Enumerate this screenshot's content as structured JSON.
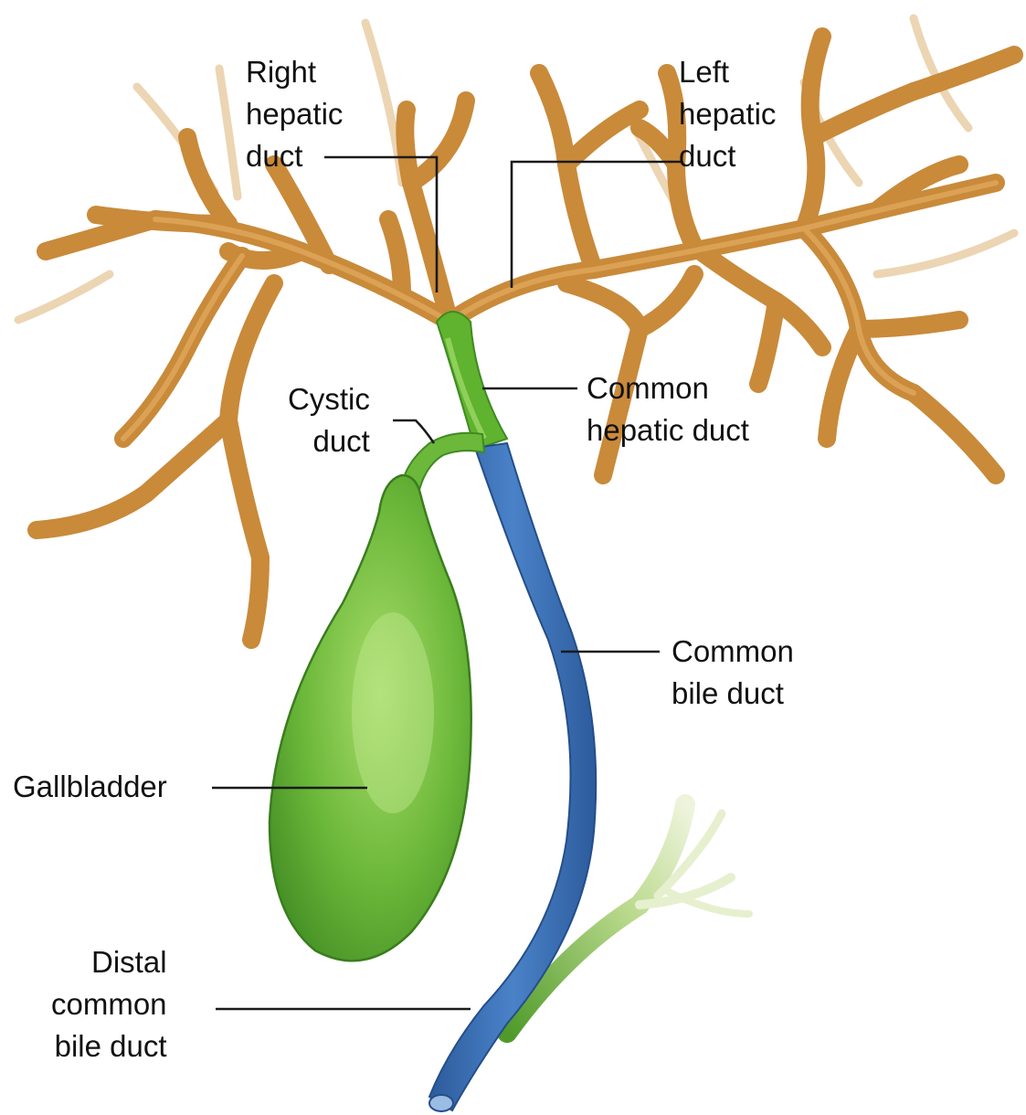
{
  "labels": {
    "right_hepatic_duct": "Right\nhepatic\nduct",
    "left_hepatic_duct": "Left\nhepatic\nduct",
    "cystic_duct": "Cystic\nduct",
    "common_hepatic_duct": "Common\nhepatic duct",
    "common_bile_duct": "Common\nbile duct",
    "gallbladder": "Gallbladder",
    "distal_common_bile_duct": "Distal\ncommon\nbile duct"
  },
  "colors": {
    "hepatic_ducts": "#c98a3a",
    "hepatic_ducts_dark": "#9a5d1c",
    "common_hepatic_duct": "#5fb32e",
    "common_bile_duct": "#3c6fb4",
    "gallbladder": "#6cb83a",
    "pancreatic_duct": "#cfe3a8"
  }
}
